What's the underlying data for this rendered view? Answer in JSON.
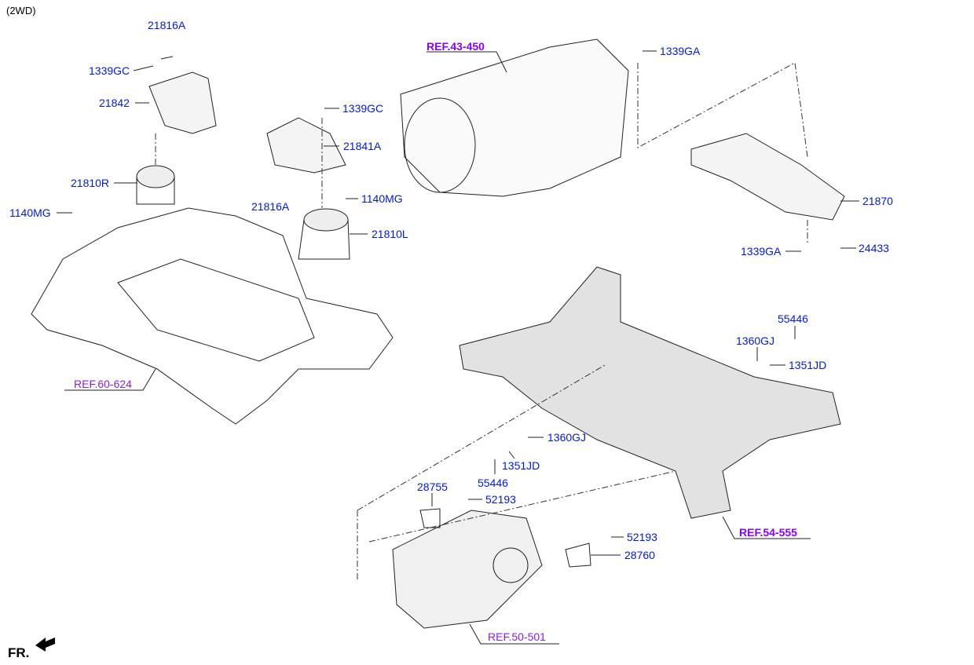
{
  "variant": "(2WD)",
  "front_indicator": "FR.",
  "colors": {
    "part_number": "#0018e6",
    "reference": "#8a1ee6",
    "line": "#000000"
  },
  "parts": {
    "p21816A_top": "21816A",
    "p1339GC_left": "1339GC",
    "p21842": "21842",
    "p21810R": "21810R",
    "p1140MG_left": "1140MG",
    "p1339GC_mid": "1339GC",
    "p21841A": "21841A",
    "p21816A_mid": "21816A",
    "p1140MG_mid": "1140MG",
    "p21810L": "21810L",
    "p1339GA_top": "1339GA",
    "p21870": "21870",
    "p1339GA_bottom": "1339GA",
    "p24433": "24433",
    "p55446_right": "55446",
    "p1360GJ_right": "1360GJ",
    "p1351JD_right": "1351JD",
    "p1360GJ_left": "1360GJ",
    "p1351JD_left": "1351JD",
    "p55446_left": "55446",
    "p28755": "28755",
    "p52193_left": "52193",
    "p52193_right": "52193",
    "p28760": "28760"
  },
  "references": {
    "ref43": "REF.43-450",
    "ref60": "REF.60-624",
    "ref54": "REF.54-555",
    "ref50": "REF.50-501"
  }
}
